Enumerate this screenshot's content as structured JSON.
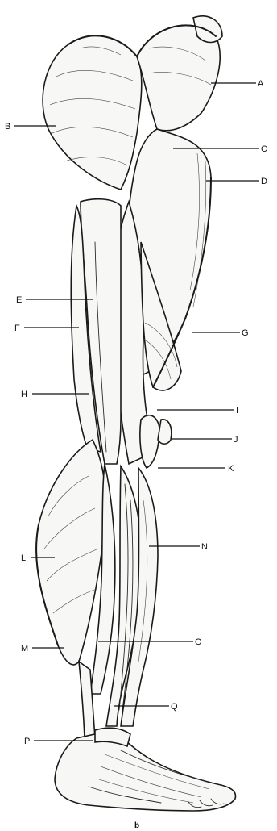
{
  "labels": {
    "A": "A",
    "B": "B",
    "C": "C",
    "D": "D",
    "E": "E",
    "F": "F",
    "G": "G",
    "H": "H",
    "I": "I",
    "J": "J",
    "K": "K",
    "L": "L",
    "M": "M",
    "N": "N",
    "O": "O",
    "P": "P",
    "Q": "Q"
  },
  "caption": "b"
}
